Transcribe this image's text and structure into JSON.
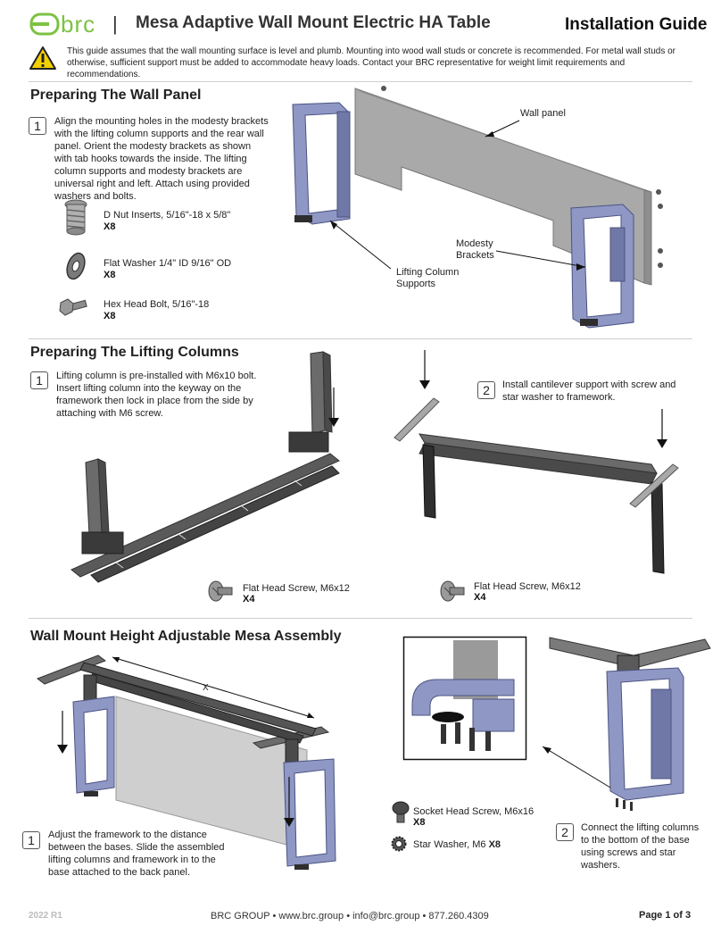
{
  "header": {
    "logo_text": "brc",
    "separator": "|",
    "title": "Mesa Adaptive Wall Mount Electric HA Table",
    "guide_label": "Installation Guide"
  },
  "warning": {
    "icon": "warning-triangle-icon",
    "text": "This guide assumes that the wall mounting surface is level and plumb. Mounting into wood wall studs or concrete is recommended. For metal wall studs or otherwise, sufficient support must be added to accommodate heavy loads. Contact your BRC representative for weight limit requirements and recommendations."
  },
  "section1": {
    "title": "Preparing The Wall Panel",
    "step_number": "1",
    "step_text": "Align the mounting holes in the modesty brackets with the lifting column supports and the rear wall panel. Orient the modesty brackets as shown with tab hooks towards the inside. The lifting column supports and modesty brackets are universal right and left. Attach using provided washers and bolts.",
    "parts": [
      {
        "name": "D Nut Inserts, 5/16\"-18 x 5/8\"",
        "qty": "X8"
      },
      {
        "name": "Flat Washer 1/4\" ID 9/16\" OD",
        "qty": "X8"
      },
      {
        "name": "Hex Head Bolt, 5/16\"-18",
        "qty": "X8"
      }
    ],
    "callouts": {
      "wall_panel": "Wall panel",
      "modesty_1": "Modesty",
      "modesty_2": "Brackets",
      "lifting_1": "Lifting Column",
      "lifting_2": "Supports"
    }
  },
  "section2": {
    "title": "Preparing The Lifting Columns",
    "step1_number": "1",
    "step1_text": "Lifting column is pre-installed with M6x10 bolt. Insert lifting column into the keyway on the framework then lock in place from the side by attaching with M6 screw.",
    "step2_number": "2",
    "step2_text": "Install cantilever support with screw and star washer to framework.",
    "part_left": {
      "name": "Flat Head Screw, M6x12",
      "qty": "X4"
    },
    "part_right": {
      "name": "Flat Head Screw, M6x12",
      "qty": "X4"
    }
  },
  "section3": {
    "title": "Wall Mount Height Adjustable Mesa Assembly",
    "dimension_label": "X",
    "step1_number": "1",
    "step1_text": "Adjust the framework to the distance between the bases. Slide the assembled lifting columns and framework in to the base attached to the back panel.",
    "part1": {
      "name": "Socket Head Screw, M6x16",
      "qty": "X8"
    },
    "part2": {
      "name": "Star Washer, M6",
      "qty": "X8"
    },
    "step2_number": "2",
    "step2_text": "Connect the lifting columns to the bottom of the base using screws and star washers."
  },
  "footer": {
    "revision": "2022 R1",
    "contact": "BRC GROUP  •  www.brc.group  •  info@brc.group  •  877.260.4309",
    "page": "Page 1 of 3"
  },
  "colors": {
    "logo_green": "#7cc242",
    "bracket_blue": "#8f98c4",
    "panel_gray": "#a9a9a9",
    "frame_dark": "#3b3b3b",
    "warning_yellow": "#f5d000"
  }
}
